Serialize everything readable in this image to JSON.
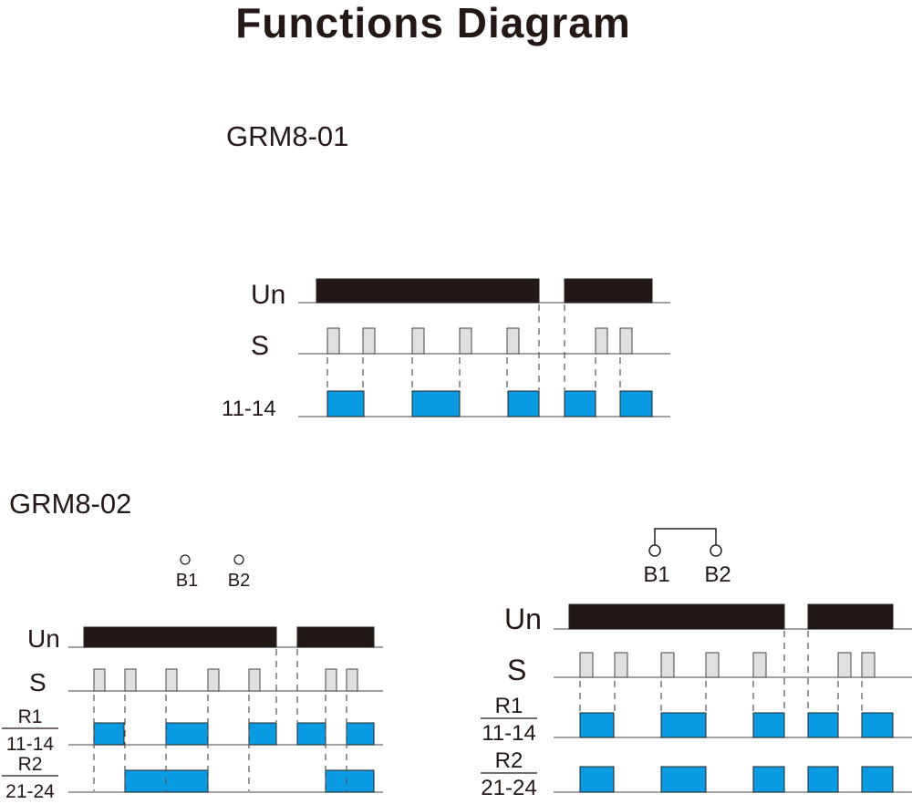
{
  "title": "Functions Diagram",
  "diagram1": {
    "model": "GRM8-01",
    "rows": [
      "Un",
      "S",
      "11-14"
    ]
  },
  "diagram2": {
    "model": "GRM8-02",
    "left": {
      "terminals": [
        "B1",
        "B2"
      ],
      "bridged": false,
      "rows": {
        "un": "Un",
        "s": "S",
        "r1_top": "R1",
        "r1_bottom": "11-14",
        "r2_top": "R2",
        "r2_bottom": "21-24"
      }
    },
    "right": {
      "terminals": [
        "B1",
        "B2"
      ],
      "bridged": true,
      "rows": {
        "un": "Un",
        "s": "S",
        "r1_top": "R1",
        "r1_bottom": "11-14",
        "r2_top": "R2",
        "r2_bottom": "21-24"
      }
    }
  },
  "colors": {
    "supply": "#231815",
    "switch": "#e0e0e0",
    "output": "#0b9be3",
    "line": "#6b6b6b"
  }
}
